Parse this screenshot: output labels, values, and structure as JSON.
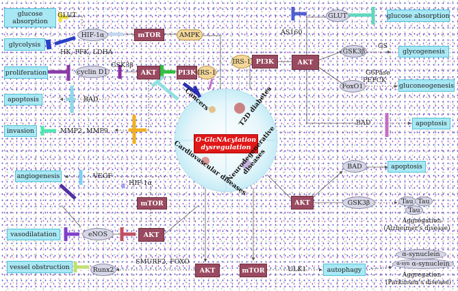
{
  "center": {
    "line1": "O-GlcNAcylation",
    "line2": "dysregulation"
  },
  "segments": {
    "cancers": "Cancers",
    "t2d": "T2D diabetes",
    "neuro": "Neurodegenerative diseases",
    "cardio": "Cardiovascular diseases"
  },
  "cancers": {
    "glucose_absorption": "glucose absorption",
    "glut": "GLUT",
    "hif1a": "HIF-1α",
    "mtor": "mTOR",
    "ampk": "AMPK",
    "glycolysis": "glycolysis",
    "hk_pfk_ldha": "HK, PFK, LDHA",
    "proliferation": "proliferation",
    "cyclin_d1": "cyclin D1",
    "gsk3b": "GSK3β",
    "akt": "AKT",
    "pi3k": "PI3K",
    "irs1": "IRS-1",
    "apoptosis": "apoptosis",
    "bad": "BAD",
    "invasion": "invasion",
    "mmp": "MMP2, MMP9"
  },
  "t2d": {
    "glut": "GLUT",
    "glucose_absorption": "glucose absorption",
    "as160": "AS160",
    "irs1": "IRS-1",
    "pi3k": "PI3K",
    "akt": "AKT",
    "gsk3b": "GSK3β",
    "gs": "GS",
    "glycogenesis": "glycogenesis",
    "g6pase": "G6Pase",
    "pepck": "PEPCK",
    "foxo1": "FoxO1",
    "gluconeogenesis": "gluconeogenesis",
    "bad": "BAD",
    "apoptosis": "apoptosis"
  },
  "neuro": {
    "bad": "BAD",
    "apoptosis": "apoptosis",
    "akt": "AKT",
    "gsk3b": "GSK3β",
    "tau": "Tau",
    "aggregation_alz": "Aggregation",
    "alzheimers": "(Alzheimer's disease)",
    "mtor": "mTOR",
    "ulk1": "ULK1",
    "autophagy": "autophagy",
    "a_syn1": "α-synuclein",
    "a_syn2": "α-synuclein",
    "a_syn_prefix": "α-syn",
    "aggregation_pd": "Aggregation",
    "parkinsons": "(Parkinson's disease)"
  },
  "cardio": {
    "angiogenesis": "angiogenesis",
    "vegf": "VEGF",
    "hif1a": "HIF-1α",
    "mtor": "mTOR",
    "vasodilatation": "vasodilatation",
    "enos": "eNOS",
    "akt1": "AKT",
    "vessel_obstruction": "vessel obstruction",
    "runx2": "Runx2",
    "smurf2": "SMURF2, FOXO",
    "akt2": "AKT"
  },
  "colors": {
    "cyan_box": "#a8e8f4",
    "kinase": "#9a4a60",
    "center_red": "#e01818",
    "ellipse": "#d6d6e6"
  }
}
